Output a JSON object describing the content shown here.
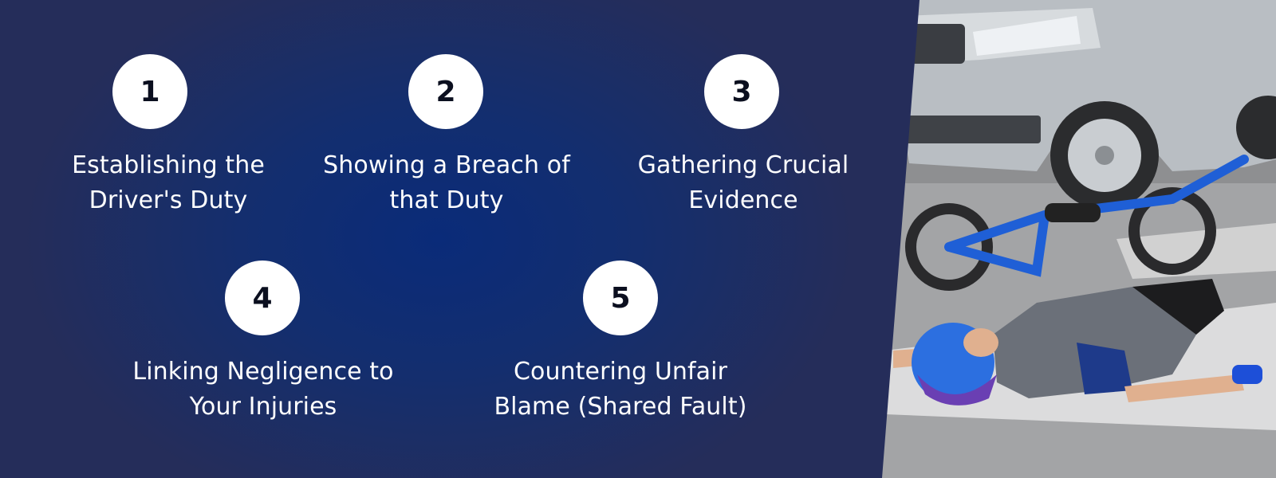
{
  "photo": {
    "description_icon": "cyclist-accident-photo"
  },
  "steps": [
    {
      "number": "1",
      "label_line1": "Establishing the",
      "label_line2": "Driver's Duty"
    },
    {
      "number": "2",
      "label_line1": "Showing a Breach of",
      "label_line2": "that Duty"
    },
    {
      "number": "3",
      "label_line1": "Gathering Crucial",
      "label_line2": "Evidence"
    },
    {
      "number": "4",
      "label_line1": "Linking Negligence to",
      "label_line2": "Your Injuries"
    },
    {
      "number": "5",
      "label_line1": "Countering Unfair",
      "label_line2": "Blame (Shared Fault)"
    }
  ],
  "colors": {
    "panel": "#132e6f",
    "circle": "#ffffff",
    "text": "#ffffff"
  }
}
